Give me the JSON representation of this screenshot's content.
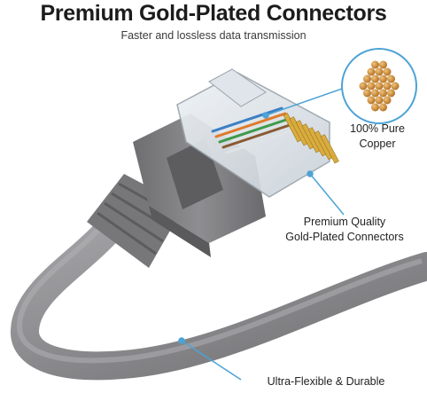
{
  "header": {
    "title": "Premium Gold-Plated Connectors",
    "subtitle": "Faster and lossless data transmission"
  },
  "callouts": {
    "copper_line1": "100% Pure",
    "copper_line2": "Copper",
    "gold_line1": "Premium Quality",
    "gold_line2": "Gold-Plated Connectors",
    "flexible": "Ultra-Flexible & Durable"
  },
  "colors": {
    "cable": "#8b8b8e",
    "connector_body": "#7f7f82",
    "copper": "#c98a38",
    "callout_line": "#4da3d6"
  }
}
